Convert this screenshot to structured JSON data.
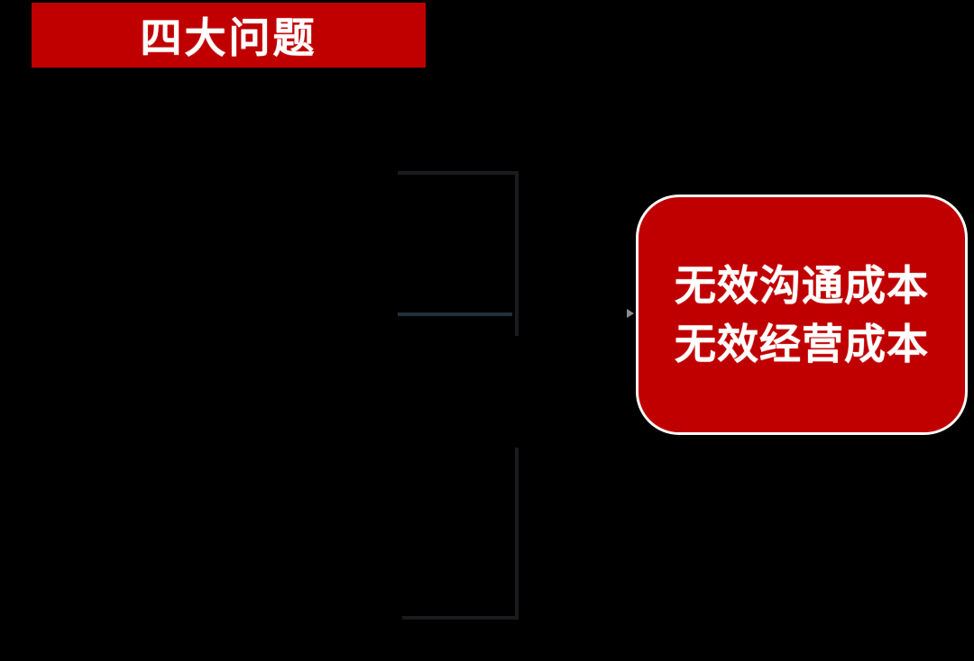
{
  "page": {
    "background_color": "#000000"
  },
  "banner": {
    "label": "四大问题",
    "bg_color": "#c00000",
    "text_color": "#ffffff"
  },
  "bracket": {
    "line_color": "#1b1b1d",
    "divider_color": "#252e3c",
    "arrow_tip_color": "#8d8d8d"
  },
  "callout": {
    "lines": {
      "0": "无效沟通成本",
      "1": "无效经营成本"
    },
    "bg_color": "#c00000",
    "border_color": "#fbfbfb",
    "text_color": "#ffffff"
  }
}
